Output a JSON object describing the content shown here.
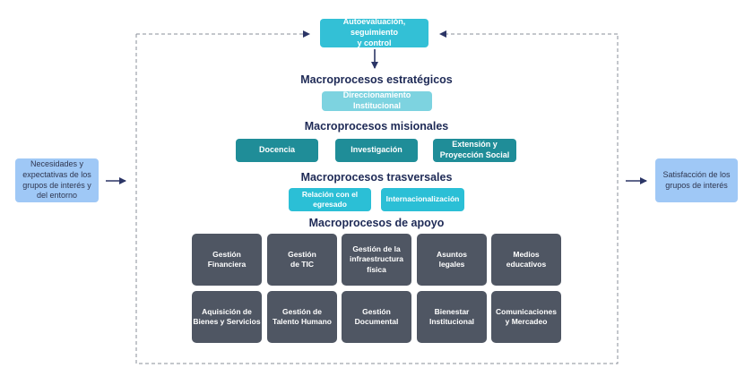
{
  "external": {
    "input": "Necesidades y\nexpectativas de los\ngrupos de interés y\ndel entorno",
    "output": "Satisfacción de los\ngrupos de interés"
  },
  "top_box": "Autoevaluación, seguimiento\ny control",
  "estrategicos": {
    "heading": "Macroprocesos estratégicos",
    "items": [
      "Direccionamiento Institucional"
    ]
  },
  "misionales": {
    "heading": "Macroprocesos misionales",
    "items": [
      "Docencia",
      "Investigación",
      "Extensión y\nProyección Social"
    ]
  },
  "trasversales": {
    "heading": "Macroprocesos trasversales",
    "items": [
      "Relación con el\negresado",
      "Internacionalización"
    ]
  },
  "apoyo": {
    "heading": "Macroprocesos de apoyo",
    "items": [
      "Gestión\nFinanciera",
      "Gestión\nde TIC",
      "Gestión de la\ninfraestructura\nfísica",
      "Asuntos\nlegales",
      "Medios\neducativos",
      "Aquisición de\nBienes y Servicios",
      "Gestión de\nTalento Humano",
      "Gestión\nDocumental",
      "Bienestar\nInstitucional",
      "Comunicaciones\ny Mercadeo"
    ]
  },
  "colors": {
    "external": "#9fc8f6",
    "top": "#33c0d6",
    "estrategico": "#7dd3e0",
    "misional": "#1f8d98",
    "trasversal": "#2bbfd6",
    "apoyo": "#4f5663",
    "heading": "#1e2a56",
    "arrow": "#2b3566"
  }
}
